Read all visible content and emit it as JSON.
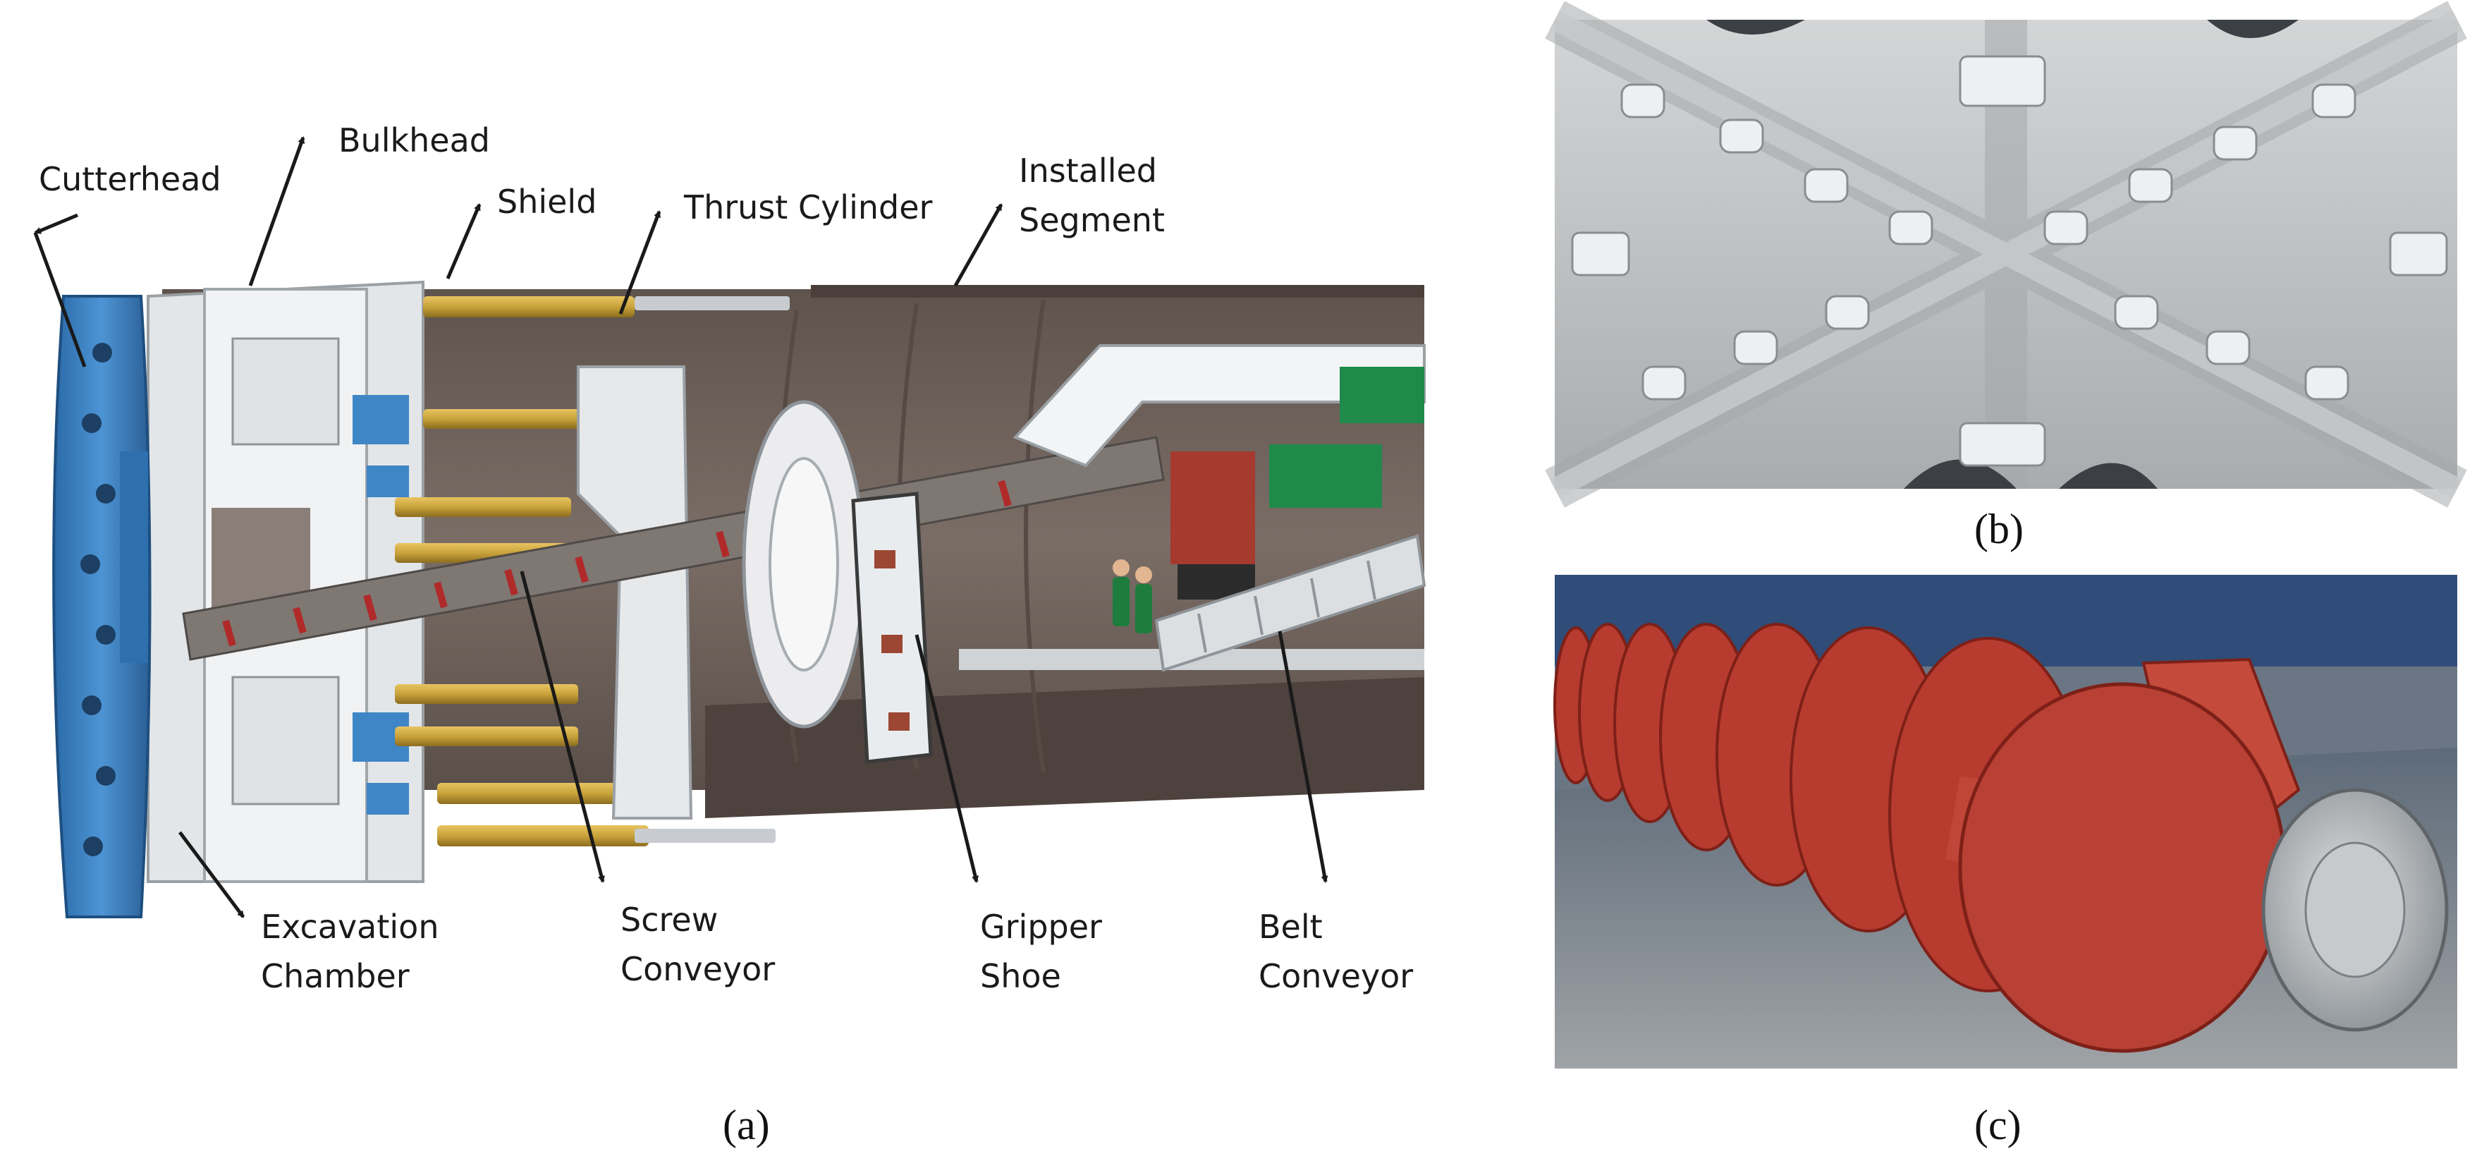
{
  "panel_a": {
    "caption": "(a)",
    "callouts": {
      "cutterhead": "Cutterhead",
      "bulkhead": "Bulkhead",
      "shield": "Shield",
      "thrust_cylinder": "Thrust Cylinder",
      "installed_segment_1": "Installed",
      "installed_segment_2": "Segment",
      "excavation_chamber_1": "Excavation",
      "excavation_chamber_2": "Chamber",
      "screw_conveyor_1": "Screw",
      "screw_conveyor_2": "Conveyor",
      "gripper_shoe_1": "Gripper",
      "gripper_shoe_2": "Shoe",
      "belt_conveyor_1": "Belt",
      "belt_conveyor_2": "Conveyor"
    }
  },
  "panel_b": {
    "caption": "(b)"
  },
  "panel_c": {
    "caption": "(c)"
  },
  "colors": {
    "cutterhead_blue": "#3f86c6",
    "cylinder_gold": "#c9a23a",
    "steel_gray": "#cfd3d6",
    "tunnel_brown": "#6b5e57",
    "motor_green": "#1f8a4a",
    "motor_red": "#a63a2e",
    "screw_red": "#b83b2f",
    "cutterhead_photo_gray": "#bfc1c2"
  }
}
